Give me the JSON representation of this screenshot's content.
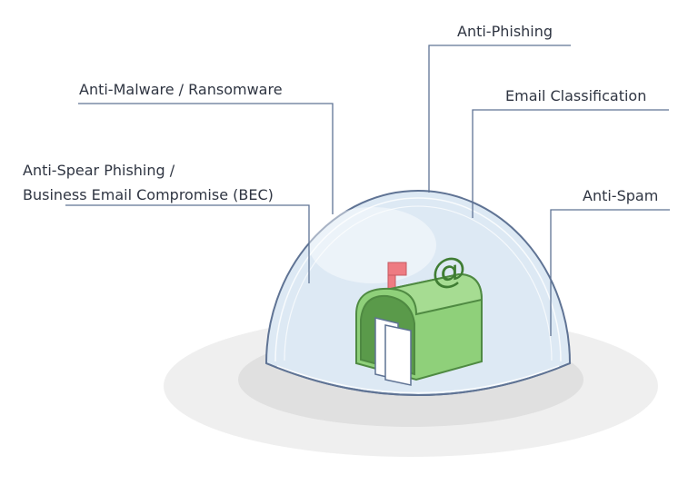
{
  "labels": {
    "anti_phishing": "Anti-Phishing",
    "anti_malware": "Anti-Malware / Ransomware",
    "email_classification": "Email Classification",
    "anti_spear_line1": "Anti-Spear Phishing /",
    "anti_spear_line2": "Business Email Compromise (BEC)",
    "anti_spam": "Anti-Spam"
  },
  "mailbox": {
    "symbol": "@"
  },
  "colors": {
    "dome_fill": "#dde9f4",
    "dome_stroke": "#5f7394",
    "mailbox_green": "#8fd07a",
    "mailbox_dark_green": "#5a9a4a",
    "flag_red": "#ee7b82",
    "shadow": "#e9e9e9",
    "shadow_inner": "#d7d7d7",
    "leader_line": "#5f7394"
  }
}
